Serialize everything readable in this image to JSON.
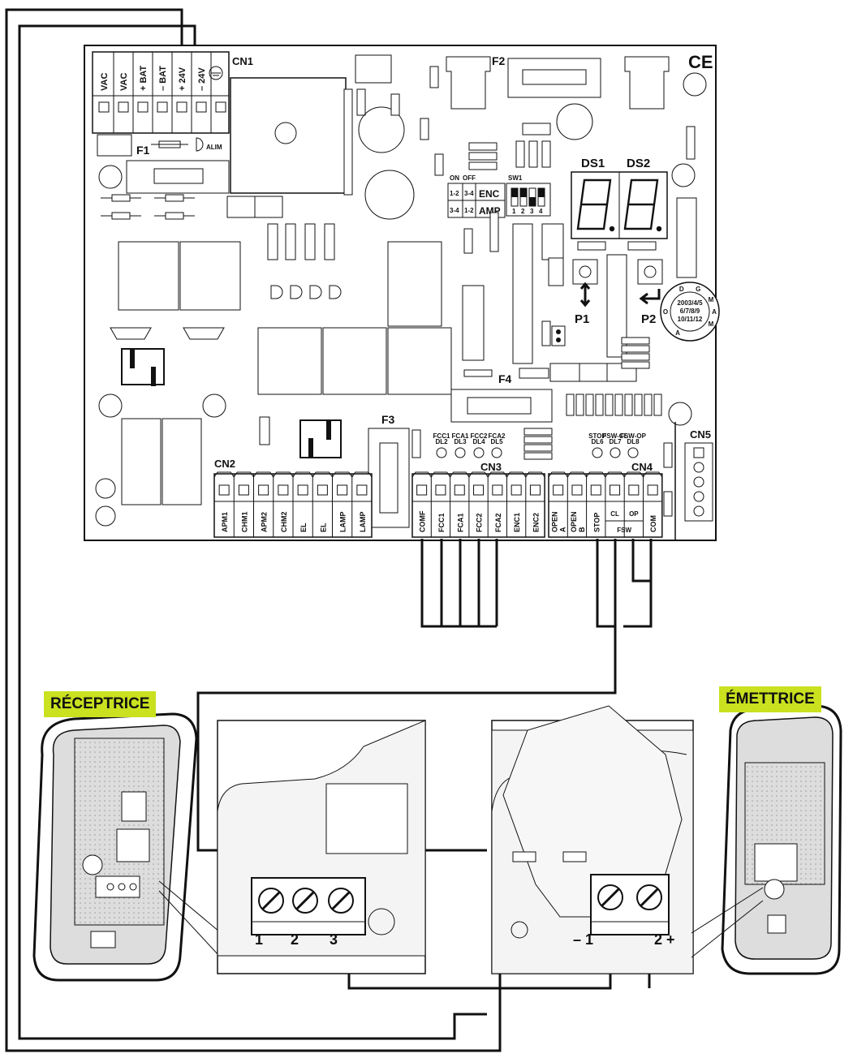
{
  "board": {
    "cn1_terminals": [
      "VAC",
      "VAC",
      "+ BAT",
      "– BAT",
      "+ 24V",
      "– 24V"
    ],
    "cn1": "CN1",
    "f1": "F1",
    "alim": "ALIM",
    "f2": "F2",
    "f3": "F3",
    "f4": "F4",
    "ce": "CE",
    "ds1": "DS1",
    "ds2": "DS2",
    "sw1": "SW1",
    "on": "ON",
    "off": "OFF",
    "dip_rows": [
      {
        "a": "1-2",
        "b": "3-4",
        "name": "ENC"
      },
      {
        "a": "3-4",
        "b": "1-2",
        "name": "AMP"
      }
    ],
    "dip_nums": [
      "1",
      "2",
      "3",
      "4"
    ],
    "p1": "P1",
    "p2": "P2",
    "dial_center": [
      "2003/4/5",
      "6/7/8/9",
      "10/11/12"
    ],
    "dial_letters": [
      "D",
      "G",
      "M",
      "A",
      "M",
      "A",
      "O"
    ],
    "cn2": "CN2",
    "cn2_terminals": [
      "APM1",
      "CHM1",
      "APM2",
      "CHM2",
      "EL",
      "EL",
      "LAMP",
      "LAMP"
    ],
    "cn3": "CN3",
    "cn3_terminals": [
      "COMF",
      "FCC1",
      "FCA1",
      "FCC2",
      "FCA2",
      "ENC1",
      "ENC2"
    ],
    "cn4": "CN4",
    "cn4_terminals": [
      "OPEN A",
      "OPEN B",
      "STOP",
      "CL",
      "OP",
      "COM"
    ],
    "fsw": "FSW",
    "cn5": "CN5",
    "leds": [
      {
        "t": "FCC1",
        "b": "DL2"
      },
      {
        "t": "FCA1",
        "b": "DL3"
      },
      {
        "t": "FCC2",
        "b": "DL4"
      },
      {
        "t": "FCA2",
        "b": "DL5"
      },
      {
        "t": "STOP",
        "b": "DL6"
      },
      {
        "t": "FSW-CL",
        "b": "DL7"
      },
      {
        "t": "FSW-OP",
        "b": "DL8"
      }
    ]
  },
  "receiver": {
    "title": "RÉCEPTRICE",
    "terminals": [
      "1",
      "2",
      "3"
    ]
  },
  "transmitter": {
    "title": "ÉMETTRICE",
    "terminals": [
      "– 1",
      "2 +"
    ]
  }
}
